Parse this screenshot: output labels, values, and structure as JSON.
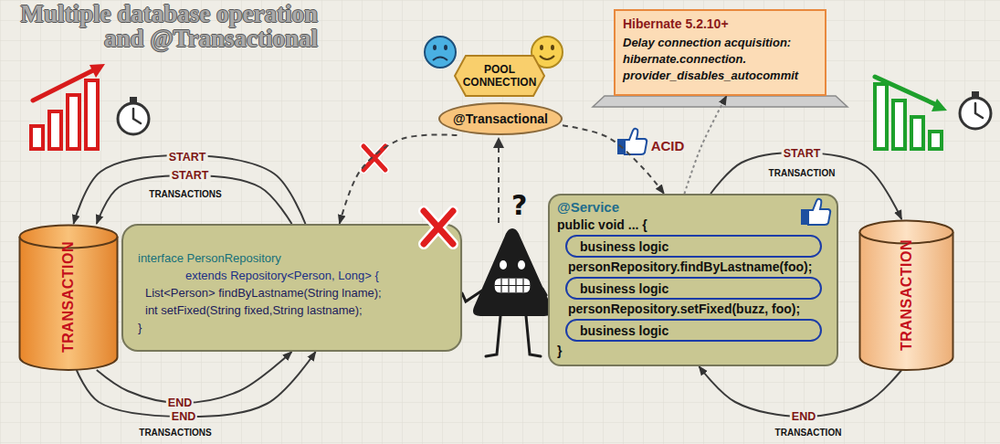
{
  "diagram": {
    "title": "Multiple database operation and @Transactional",
    "nodes": [
      {
        "text": [
          "TRANSACTION"
        ]
      },
      {
        "text": [
          "interface PersonRepository",
          "extends Repository<Person, Long> {",
          "List<Person> findByLastname(String lname);",
          "int setFixed(String fixed,String lastname);",
          "}"
        ]
      },
      {
        "text": [
          "POOL CONNECTION"
        ]
      },
      {
        "text": [
          "@Transactional"
        ]
      },
      {
        "text": [
          "Hibernate 5.2.10+",
          "Delay connection acquisition: hibernate.connection. provider_disables_autocommit"
        ]
      },
      {
        "text": [
          "@Service",
          "public void ... {",
          "personRepository.findByLastname(foo);",
          "personRepository.setFixed(buzz, foo);",
          "}"
        ]
      },
      {
        "text": [
          "business logic"
        ],
        "in": 5
      },
      {
        "text": [
          "business logic"
        ],
        "in": 5
      },
      {
        "text": [
          "business logic"
        ],
        "in": 5
      },
      {
        "text": [
          "TRANSACTION"
        ]
      }
    ],
    "edges": [
      {
        "from": 1,
        "to": 0,
        "arrow": "to",
        "label": "START"
      },
      {
        "from": 1,
        "to": 0,
        "arrow": "to",
        "label": "START"
      },
      {
        "from": 0,
        "to": 1,
        "arrow": "to",
        "label": "END"
      },
      {
        "from": 0,
        "to": 1,
        "arrow": "to",
        "label": "END"
      },
      {
        "from": 3,
        "to": 1,
        "arrow": "to"
      },
      {
        "from": 3,
        "to": 5,
        "arrow": "to",
        "label": "ACID"
      },
      {
        "from": 5,
        "to": 4,
        "arrow": "to"
      },
      {
        "from": 5,
        "to": 9,
        "arrow": "to",
        "label": "START"
      },
      {
        "from": 9,
        "to": 5,
        "arrow": "to",
        "label": "END"
      }
    ],
    "labels": [
      "TRANSACTIONS",
      "TRANSACTIONS",
      "?",
      "TRANSACTION",
      "TRANSACTION"
    ]
  }
}
